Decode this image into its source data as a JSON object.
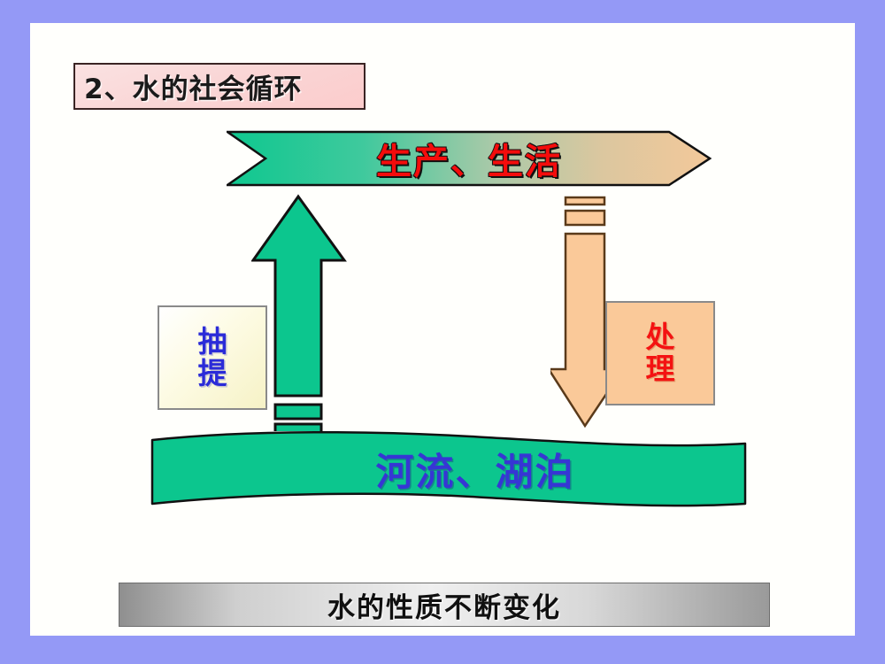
{
  "slide": {
    "title": "2、水的社会循环",
    "frame_color": "#9499f6",
    "canvas_color": "#fffffc"
  },
  "diagram": {
    "type": "cycle-flow",
    "banner_top": {
      "label": "生产、生活",
      "text_color": "#f40c0c",
      "fill_left": "#0ec88f",
      "fill_right": "#f0c79a",
      "shape": "chevron-arrow-right"
    },
    "arrow_up": {
      "name": "抽提-flow-arrow",
      "direction": "up",
      "color": "#0cc68e",
      "outline": "#111111",
      "dashed_tail": true
    },
    "arrow_down": {
      "name": "处理-flow-arrow",
      "direction": "down",
      "color": "#fac999",
      "outline": "#5a3a1a",
      "dashed_tail": true
    },
    "box_left": {
      "label_line1": "抽",
      "label_line2": "提",
      "text_color": "#2b2bd8",
      "fill": "#fdfbe4",
      "border": "#8a8a8a"
    },
    "box_right": {
      "label_line1": "处",
      "label_line2": "理",
      "text_color": "#f41212",
      "fill": "#fac999",
      "border": "#8a8a8a"
    },
    "ribbon_bottom": {
      "label": "河流、湖泊",
      "text_color": "#3636d4",
      "fill": "#0cc68e",
      "outline": "#111111",
      "shape": "wavy-ribbon"
    },
    "bar_conclusion": {
      "label": "水的性质不断变化",
      "text_color": "#101010",
      "fill_mid": "#efefef",
      "fill_edge": "#8f8f8f"
    }
  }
}
